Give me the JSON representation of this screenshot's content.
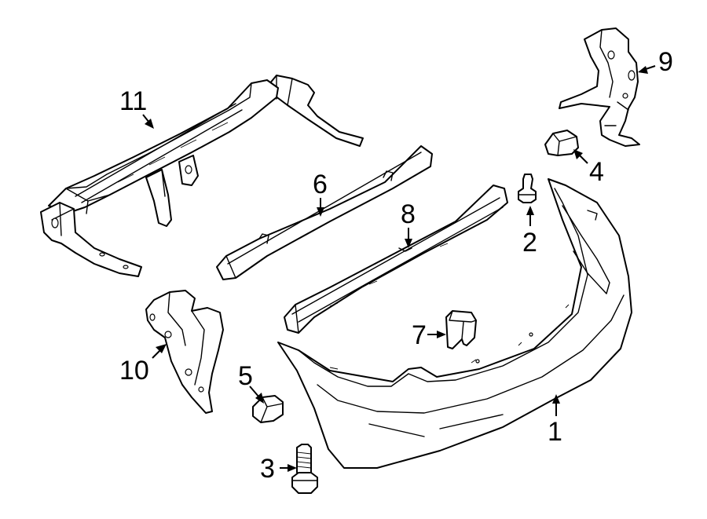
{
  "callouts": [
    {
      "id": "1",
      "part": "bumper-cover"
    },
    {
      "id": "2",
      "part": "push-pin-retainer"
    },
    {
      "id": "3",
      "part": "bolt"
    },
    {
      "id": "4",
      "part": "side-cap-right"
    },
    {
      "id": "5",
      "part": "side-cap-left"
    },
    {
      "id": "6",
      "part": "energy-absorber-upper"
    },
    {
      "id": "7",
      "part": "bracket-clip"
    },
    {
      "id": "8",
      "part": "energy-absorber-lower"
    },
    {
      "id": "9",
      "part": "side-bracket-right"
    },
    {
      "id": "10",
      "part": "side-bracket-left"
    },
    {
      "id": "11",
      "part": "impact-bar"
    }
  ],
  "colors": {
    "line": "#000000",
    "fill": "#ffffff"
  }
}
